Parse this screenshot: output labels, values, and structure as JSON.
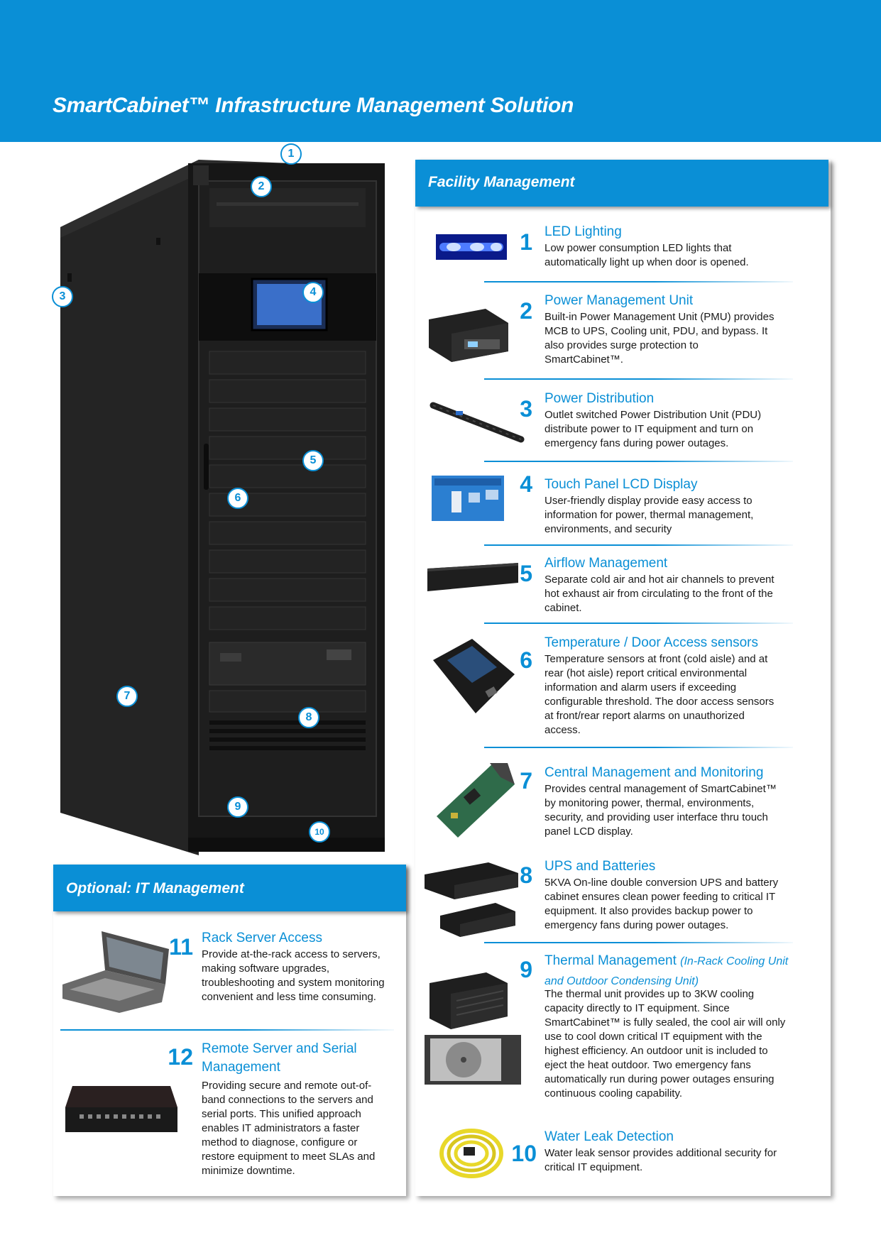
{
  "banner": {
    "title": "SmartCabinet™ Infrastructure Management Solution"
  },
  "cabinet_callouts": [
    "1",
    "2",
    "3",
    "4",
    "5",
    "6",
    "7",
    "8",
    "9",
    "10"
  ],
  "facility": {
    "heading": "Facility Management",
    "items": [
      {
        "num": "1",
        "title": "LED Lighting",
        "desc": "Low power consumption LED lights that automatically light up when door is opened.",
        "icon": "led-strip-icon"
      },
      {
        "num": "2",
        "title": "Power Management Unit",
        "desc": "Built-in Power Management Unit (PMU) provides MCB to UPS, Cooling unit, PDU, and bypass. It also provides surge protection to SmartCabinet™.",
        "icon": "pmu-icon"
      },
      {
        "num": "3",
        "title": "Power Distribution",
        "desc": "Outlet switched Power Distribution Unit (PDU) distribute power to IT equipment and turn on emergency fans during power outages.",
        "icon": "pdu-icon"
      },
      {
        "num": "4",
        "title": "Touch Panel LCD Display",
        "desc": "User-friendly display provide easy access to information for power, thermal management, environments, and security",
        "icon": "lcd-display-icon"
      },
      {
        "num": "5",
        "title": "Airflow Management",
        "desc": "Separate cold air and hot air channels to prevent hot exhaust air from circulating to the front of the cabinet.",
        "icon": "blanking-panel-icon"
      },
      {
        "num": "6",
        "title": "Temperature /  Door Access sensors",
        "desc": "Temperature sensors at front (cold aisle) and at rear (hot aisle) report critical environmental information and alarm users if exceeding configurable threshold. The door access sensors at front/rear report alarms on unauthorized access.",
        "icon": "sensor-icon"
      },
      {
        "num": "7",
        "title": "Central Management and Monitoring",
        "desc": "Provides central management of SmartCabinet™ by monitoring power, thermal, environments, security, and providing user interface thru touch panel LCD display.",
        "icon": "circuit-board-icon"
      },
      {
        "num": "8",
        "title": "UPS and Batteries",
        "desc": "5KVA On-line double conversion UPS and battery cabinet ensures clean power feeding to critical IT equipment. It also provides backup power to emergency fans during power outages.",
        "icon": "ups-icon"
      },
      {
        "num": "9",
        "title": "Thermal Management",
        "title_note_1": "(In-Rack Cooling Unit",
        "title_note_2": "and Outdoor Condensing Unit)",
        "desc": "The thermal unit provides up to 3KW cooling capacity directly to IT equipment. Since SmartCabinet™ is fully sealed, the cool air will only use to cool down critical IT equipment with the highest efficiency. An outdoor unit is included to eject the heat outdoor. Two emergency fans automatically run during power outages ensuring continuous cooling capability.",
        "icon": "cooling-unit-icon"
      },
      {
        "num": "10",
        "title": "Water Leak Detection",
        "desc": "Water leak sensor provides additional security for critical IT equipment.",
        "icon": "water-leak-cable-icon"
      }
    ]
  },
  "it": {
    "heading": "Optional: IT Management",
    "items": [
      {
        "num": "11",
        "title": "Rack Server Access",
        "desc": "Provide at-the-rack access to servers, making software upgrades, troubleshooting and system monitoring convenient and less time consuming.",
        "icon": "rack-console-icon"
      },
      {
        "num": "12",
        "title_1": "Remote Server and Serial",
        "title_2": "Management",
        "desc": "Providing secure and remote out-of-band connections to the servers and serial ports. This unified approach enables IT administrators a faster method to diagnose, configure or restore equipment to meet SLAs and minimize downtime.",
        "icon": "kvm-switch-icon"
      }
    ]
  },
  "colors": {
    "brand_blue": "#0a8fd6",
    "cabinet_black": "#1b1b1b"
  }
}
